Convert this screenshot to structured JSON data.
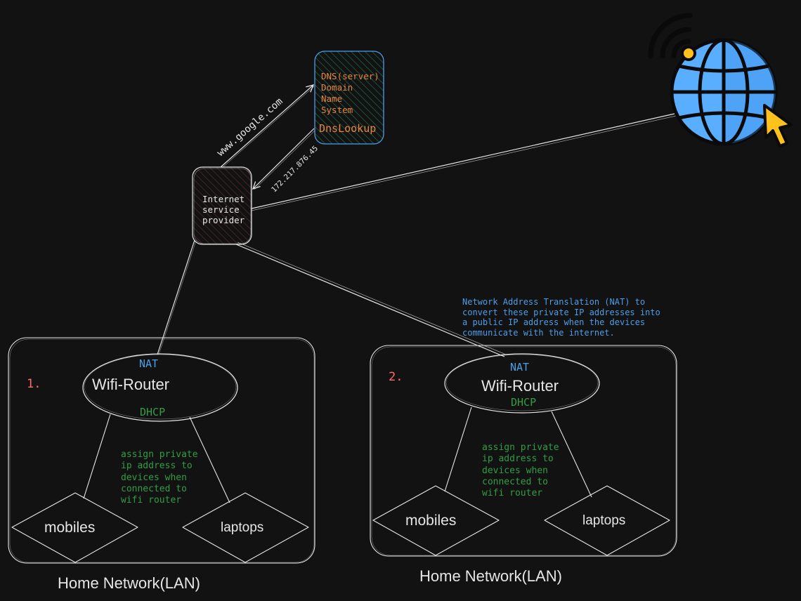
{
  "colors": {
    "background": "#121212",
    "stroke": "#e6e6e6",
    "green": "#2f9e44",
    "blue": "#4a9eea",
    "orange": "#e8843a",
    "red": "#ff6b6b",
    "globe": "#5aaeff",
    "cursor": "#ffc21a"
  },
  "dns_box": {
    "lines": [
      "DNS(server)",
      "Domain",
      "Name",
      "System"
    ],
    "label": "DnsLookup"
  },
  "isp_box": {
    "lines": [
      "Internet",
      "service",
      "provider"
    ]
  },
  "arrows": {
    "request_label": "www.google.com",
    "response_label": "172.217.876.45"
  },
  "nat_note": {
    "lines": [
      "Network Address Translation (NAT) to",
      "convert these private IP addresses into",
      "a public IP address when the devices",
      "communicate with the internet."
    ]
  },
  "networks": [
    {
      "number": "1.",
      "router_label": "Wifi-Router",
      "nat_label": "NAT",
      "dhcp_label": "DHCP",
      "note_lines": [
        "assign private",
        "ip address to",
        "devices when",
        "connected to",
        "wifi router"
      ],
      "device_1": "mobiles",
      "device_2": "laptops",
      "caption": "Home Network(LAN)"
    },
    {
      "number": "2.",
      "router_label": "Wifi-Router",
      "nat_label": "NAT",
      "dhcp_label": "DHCP",
      "note_lines": [
        "assign private",
        "ip address to",
        "devices when",
        "connected to",
        "wifi router"
      ],
      "device_1": "mobiles",
      "device_2": "laptops",
      "caption": "Home Network(LAN)"
    }
  ],
  "icons": {
    "internet": "globe-wifi-cursor-icon"
  }
}
